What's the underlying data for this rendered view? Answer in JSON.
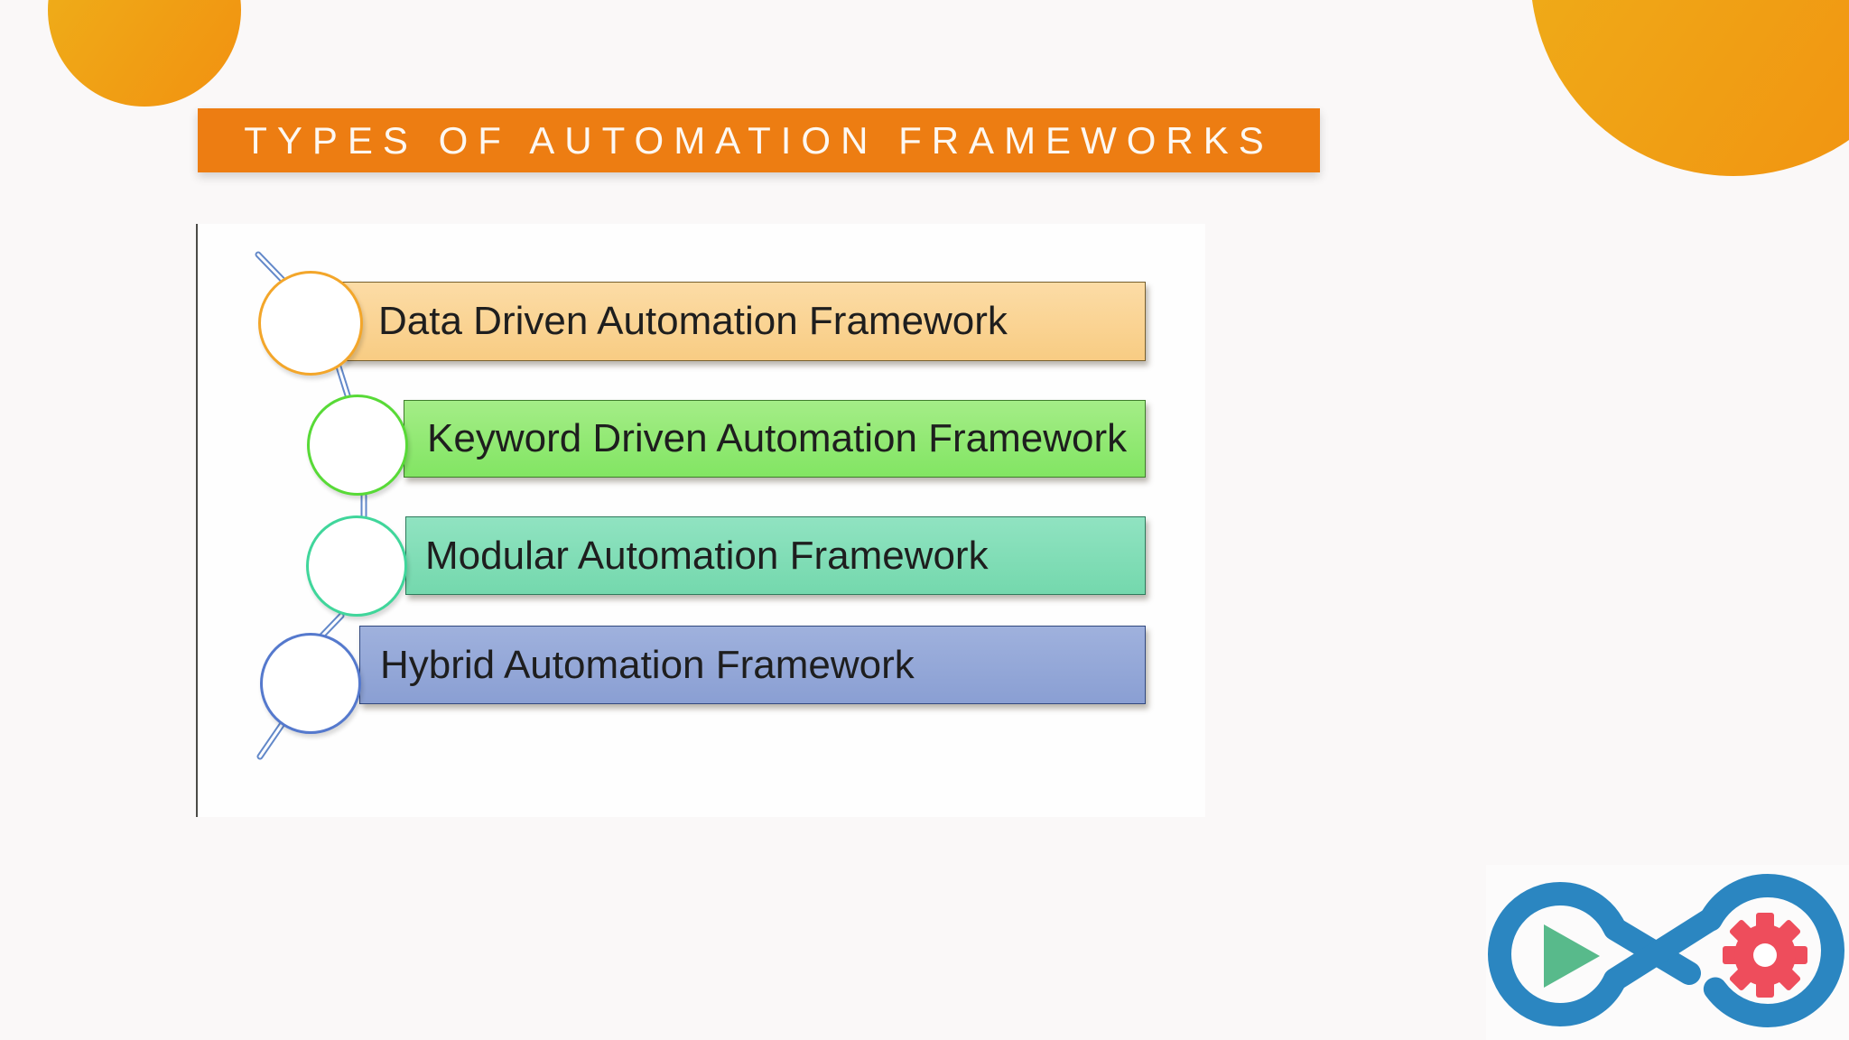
{
  "slide": {
    "title": "TYPES OF AUTOMATION FRAMEWORKS",
    "banner_bg": "#ed7d12",
    "banner_text_color": "#fdf8f2",
    "background": "#faf8f8",
    "panel_bg": "#fefefe",
    "panel_rule_color": "#4b4b47",
    "label_text_color": "#1e1e1e",
    "connector_color": "#6288c9"
  },
  "decor": {
    "circle_gradient_start": "#eeb11a",
    "circle_gradient_end": "#f29110"
  },
  "frameworks": [
    {
      "label": "Data Driven Automation Framework",
      "bar_top": "#fcdca6",
      "bar_bottom": "#f8cc83",
      "bar_border": "#77602f",
      "node_border": "#f3a62a"
    },
    {
      "label": "Keyword Driven Automation Framework",
      "bar_top": "#a4ed87",
      "bar_bottom": "#82e563",
      "bar_border": "#3f7d2c",
      "node_border": "#58da37"
    },
    {
      "label": "Modular Automation Framework",
      "bar_top": "#90e3c1",
      "bar_bottom": "#74d8ad",
      "bar_border": "#2f7a5c",
      "node_border": "#40d69b"
    },
    {
      "label": "Hybrid Automation Framework",
      "bar_top": "#9fb1dd",
      "bar_bottom": "#8a9fd3",
      "bar_border": "#31487e",
      "node_border": "#5579cd"
    }
  ],
  "logo": {
    "card_bg": "#fcfbfb",
    "infinity_color": "#2b86c1",
    "play_color": "#58ba8b",
    "gear_color": "#ee4d5c"
  }
}
